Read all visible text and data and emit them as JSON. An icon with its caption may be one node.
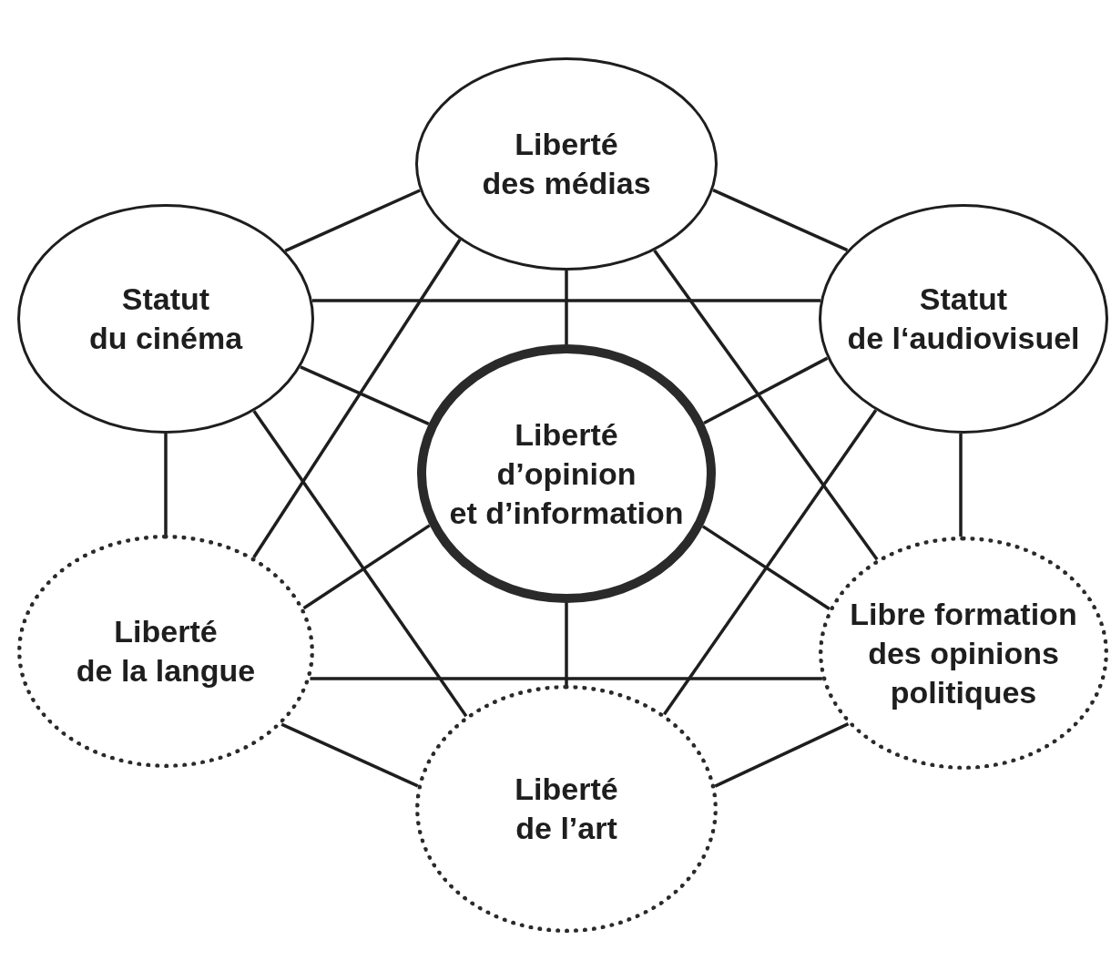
{
  "diagram": {
    "nodes": [
      {
        "text": [
          "Liberté des médias"
        ]
      },
      {
        "text": [
          "Statut du cinéma"
        ]
      },
      {
        "text": [
          "Statut de l‘audiovisuel"
        ]
      },
      {
        "text": [
          "Liberté d’opinion et d’information"
        ]
      },
      {
        "text": [
          "Liberté de la langue"
        ]
      },
      {
        "text": [
          "Libre formation des opinions politiques"
        ]
      },
      {
        "text": [
          "Liberté de l’art"
        ]
      }
    ],
    "edges": [
      {
        "from": 1,
        "to": 0,
        "arrow": "none"
      },
      {
        "from": 0,
        "to": 2,
        "arrow": "none"
      },
      {
        "from": 1,
        "to": 2,
        "arrow": "none"
      },
      {
        "from": 0,
        "to": 3,
        "arrow": "none"
      },
      {
        "from": 0,
        "to": 4,
        "arrow": "none"
      },
      {
        "from": 0,
        "to": 5,
        "arrow": "none"
      },
      {
        "from": 1,
        "to": 3,
        "arrow": "none"
      },
      {
        "from": 1,
        "to": 4,
        "arrow": "none"
      },
      {
        "from": 1,
        "to": 6,
        "arrow": "none"
      },
      {
        "from": 2,
        "to": 3,
        "arrow": "none"
      },
      {
        "from": 2,
        "to": 5,
        "arrow": "none"
      },
      {
        "from": 2,
        "to": 6,
        "arrow": "none"
      },
      {
        "from": 3,
        "to": 4,
        "arrow": "none"
      },
      {
        "from": 3,
        "to": 5,
        "arrow": "none"
      },
      {
        "from": 3,
        "to": 6,
        "arrow": "none"
      },
      {
        "from": 4,
        "to": 5,
        "arrow": "none"
      },
      {
        "from": 4,
        "to": 6,
        "arrow": "none"
      },
      {
        "from": 5,
        "to": 6,
        "arrow": "none"
      }
    ]
  }
}
